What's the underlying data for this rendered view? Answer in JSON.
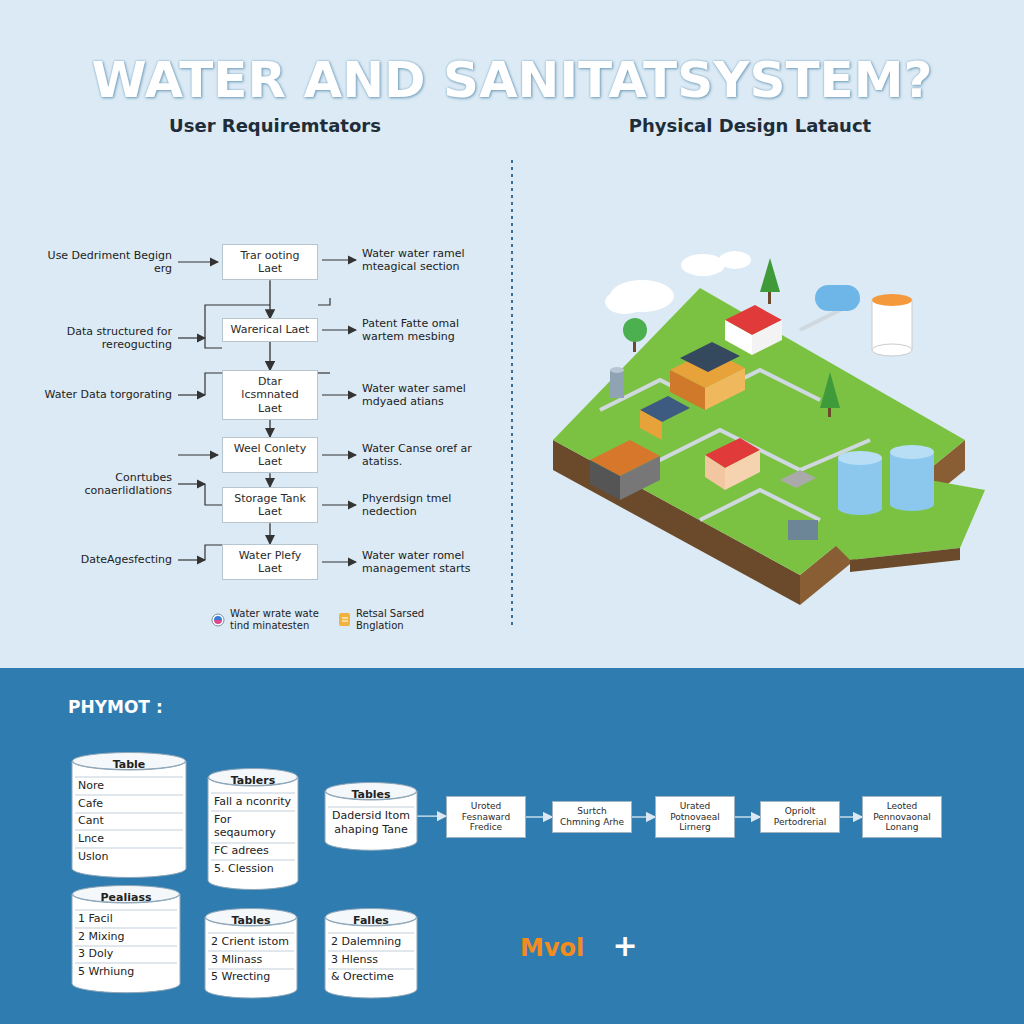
{
  "diagram": {
    "title": "WATER AND SANITATSYSTEM?",
    "nodes": [
      {
        "text": [
          "Trar ooting Laet"
        ]
      },
      {
        "text": [
          "Warerical Laet"
        ]
      },
      {
        "text": [
          "Dtar lcsmnated Laet"
        ]
      },
      {
        "text": [
          "Weel Conlety Laet"
        ]
      },
      {
        "text": [
          "Storage Tank Laet"
        ]
      },
      {
        "text": [
          "Water Plefy Laet"
        ]
      },
      {
        "text": [
          "Table",
          "Nore",
          "Cafe",
          "Cant",
          "Lnce",
          "Uslon"
        ]
      },
      {
        "text": [
          "Tablers",
          "Fall a nconrity",
          "For seqaumory",
          "FC adrees",
          "5. Clession"
        ]
      },
      {
        "text": [
          "Tables",
          "Dadersid Itom ahaping Tane"
        ]
      },
      {
        "text": [
          "Uroted Fesnaward Fredice"
        ]
      },
      {
        "text": [
          "Surtch Chmning Arhe"
        ]
      },
      {
        "text": [
          "Urated Potnovaeal Lirnerg"
        ]
      },
      {
        "text": [
          "Opriolt Pertodrerial"
        ]
      },
      {
        "text": [
          "Leoted Pennovaonal Lonang"
        ]
      },
      {
        "text": [
          "Pealiass",
          "1 Facil",
          "2 Mixing",
          "3 Doly",
          "5 Wrhiung"
        ]
      },
      {
        "text": [
          "Tables",
          "2 Crient istom",
          "3 Mlinass",
          "5 Wrecting"
        ]
      },
      {
        "text": [
          "Falles",
          "2 Dalemning",
          "3 Hlenss",
          "& Orectime"
        ]
      }
    ],
    "edges": [
      {
        "from": 0,
        "to": 1,
        "arrow": "to"
      },
      {
        "from": 1,
        "to": 2,
        "arrow": "to"
      },
      {
        "from": 2,
        "to": 3,
        "arrow": "to"
      },
      {
        "from": 3,
        "to": 4,
        "arrow": "to"
      },
      {
        "from": 4,
        "to": 5,
        "arrow": "to"
      },
      {
        "from": 8,
        "to": 9,
        "arrow": "to"
      },
      {
        "from": 9,
        "to": 10,
        "arrow": "to"
      },
      {
        "from": 10,
        "to": 11,
        "arrow": "to"
      },
      {
        "from": 11,
        "to": 12,
        "arrow": "to"
      },
      {
        "from": 12,
        "to": 13,
        "arrow": "to"
      }
    ],
    "labels": [
      "User Requiremtators",
      "Physical Design Latauct",
      "Use Dedriment Begign erg",
      "Data structured for rereogucting",
      "Water Data torgorating",
      "Conrtubes conaerlidlations",
      "DateAgesfecting",
      "Water water ramel mteagical section",
      "Patent Fatte omal wartem mesbing",
      "Water water samel mdyaed atians",
      "Water Canse oref ar atatiss.",
      "Phyerdsign tmel nedection",
      "Water water romel management starts",
      "PHYMOT :",
      "Mvol",
      "+"
    ],
    "legend": [
      {
        "text": "Water wrate wate tind minatesten"
      },
      {
        "text": "Retsal Sarsed Bnglation"
      }
    ]
  }
}
